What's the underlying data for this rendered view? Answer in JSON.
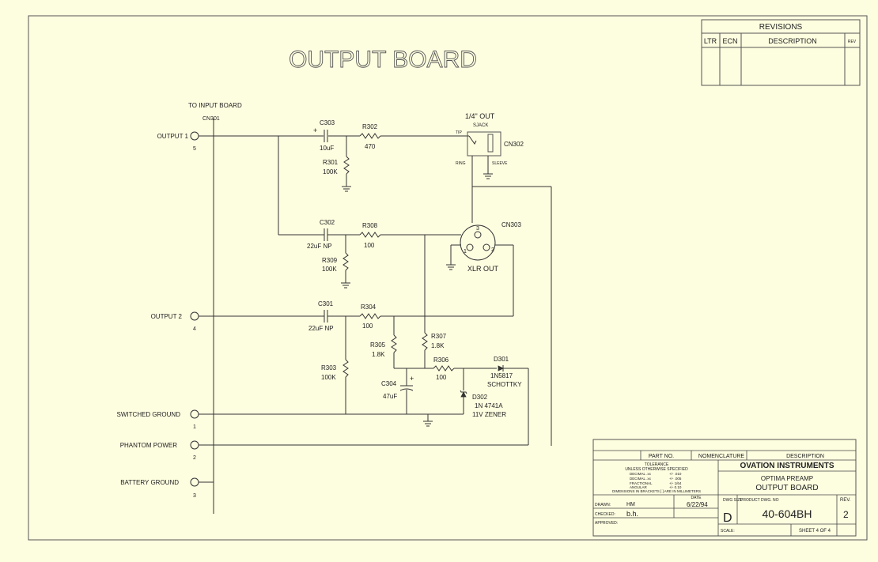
{
  "title": "OUTPUT BOARD",
  "revisions": {
    "heading": "REVISIONS",
    "col_ltr": "LTR",
    "col_ecn": "ECN",
    "col_description": "DESCRIPTION",
    "col_rev": "REV"
  },
  "labels": {
    "to_input_board": "TO INPUT BOARD",
    "cn301": "CN301",
    "output1": "OUTPUT 1",
    "pin5": "5",
    "output2": "OUTPUT 2",
    "pin4": "4",
    "switched_ground": "SWITCHED GROUND",
    "pin1": "1",
    "phantom_power": "PHANTOM POWER",
    "pin2": "2",
    "battery_ground": "BATTERY GROUND",
    "pin3": "3",
    "c303": "C303",
    "c303_val": "10uF",
    "r302": "R302",
    "r302_val": "470",
    "r301": "R301",
    "r301_val": "100K",
    "quarter_out": "1/4\" OUT",
    "sjack": "SJACK",
    "tip": "TIP",
    "ring": "RING",
    "sleeve": "SLEEVE",
    "cn302": "CN302",
    "c302": "C302",
    "c302_val": "22uF NP",
    "r308": "R308",
    "r308_val": "100",
    "r309": "R309",
    "r309_val": "100K",
    "cn303": "CN303",
    "xlr_pin3": "3",
    "xlr_pin1": "1",
    "xlr_pin2": "2",
    "xlr_out": "XLR OUT",
    "c301": "C301",
    "c301_val": "22uF NP",
    "r304": "R304",
    "r304_val": "100",
    "r307": "R307",
    "r307_val": "1.8K",
    "r305": "R305",
    "r305_val": "1.8K",
    "r306": "R306",
    "r306_val": "100",
    "d301": "D301",
    "d301_val": "1N5817",
    "d301_type": "SCHOTTKY",
    "r303": "R303",
    "r303_val": "100K",
    "c304": "C304",
    "c304_val": "47uF",
    "d302": "D302",
    "d302_val": "1N 4741A",
    "d302_type": "11V ZENER",
    "plus": "+"
  },
  "titleblock": {
    "part_no": "PART NO.",
    "nomenclature": "NOMENCLATURE",
    "description": "DESCRIPTION",
    "tolerance": "TOLERANCE",
    "unless": "UNLESS OTHERWISE SPECIFIED",
    "decimal1": "DECIMAL  .xx",
    "decimal1_val": "+/- .010",
    "decimal2": "DECIMAL  .xx",
    "decimal2_val": "+/- .005",
    "fractional": "FRACTIONAL",
    "fractional_val": "+/- 1/64",
    "angular": "ANGULAR",
    "angular_val": "+/- 0.10",
    "dims_note": "DIMENSIONS IN BRACKETS [ ] ARE IN MILLIMETERS",
    "company": "OVATION INSTRUMENTS",
    "product": "OPTIMA PREAMP",
    "board": "OUTPUT BOARD",
    "date_label": "DATE",
    "drawn_label": "DRAWN:",
    "drawn_by": "HM",
    "drawn_date": "6/22/94",
    "checked_label": "CHECKED:",
    "checked_by": "b.h.",
    "approved_label": "APPROVED:",
    "dwg_size_label": "DWG SIZE",
    "dwg_size": "D",
    "product_dwg_label": "PRODUCT DWG. NO",
    "dwg_no": "40-604BH",
    "rev_label": "REV.",
    "rev": "2",
    "scale_label": "SCALE:",
    "sheet": "SHEET 4 OF 4"
  }
}
